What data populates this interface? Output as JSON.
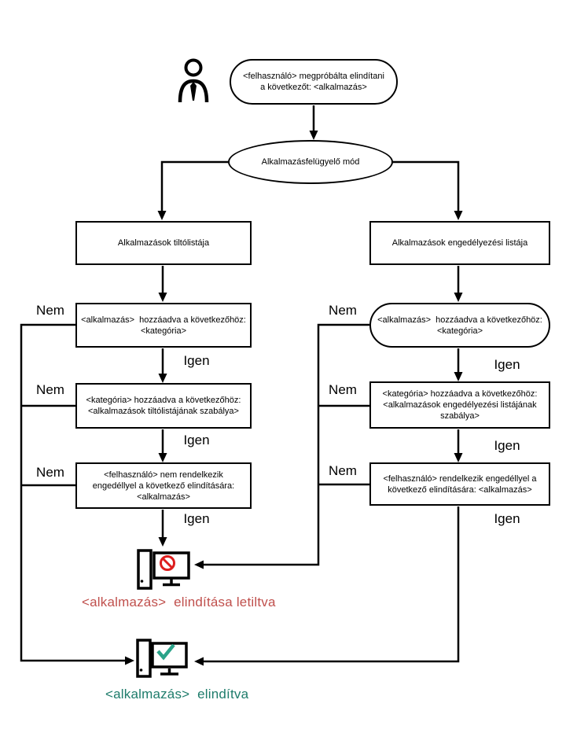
{
  "labels": {
    "no": "Nem",
    "yes": "Igen"
  },
  "colors": {
    "blocked_text": "#c0504d",
    "launched_text": "#1e7c6b",
    "prohibited_sign": "#dd1e1e",
    "check_mark": "#2aa389",
    "diagram_lines": "#000000"
  },
  "nodes": {
    "start": "<felhasználó> megpróbálta elindítani\na következőt: <alkalmazás>",
    "mode": "Alkalmazásfelügyelő mód",
    "denylist": "Alkalmazások tiltólistája",
    "allowlist": "Alkalmazások engedélyezési listája",
    "deny_app_category": "<alkalmazás>  hozzáadva a következőhöz:\n<kategória>",
    "allow_app_category": "<alkalmazás>  hozzáadva a következőhöz:\n<kategória>",
    "deny_category_rule": "<kategória> hozzáadva a következőhöz:\n<alkalmazások tiltólistájának szabálya>",
    "allow_category_rule": "<kategória> hozzáadva a következőhöz:\n<alkalmazások engedélyezési listájának\nszabálya>",
    "deny_user": "<felhasználó> nem rendelkezik\nengedéllyel a következő elindítására:\n<alkalmazás>",
    "allow_user": "<felhasználó> rendelkezik engedéllyel a\nkövetkező elindítására: <alkalmazás>"
  },
  "outcomes": {
    "blocked": "<alkalmazás>  elindítása letiltva",
    "launched": "<alkalmazás>  elindítva"
  }
}
